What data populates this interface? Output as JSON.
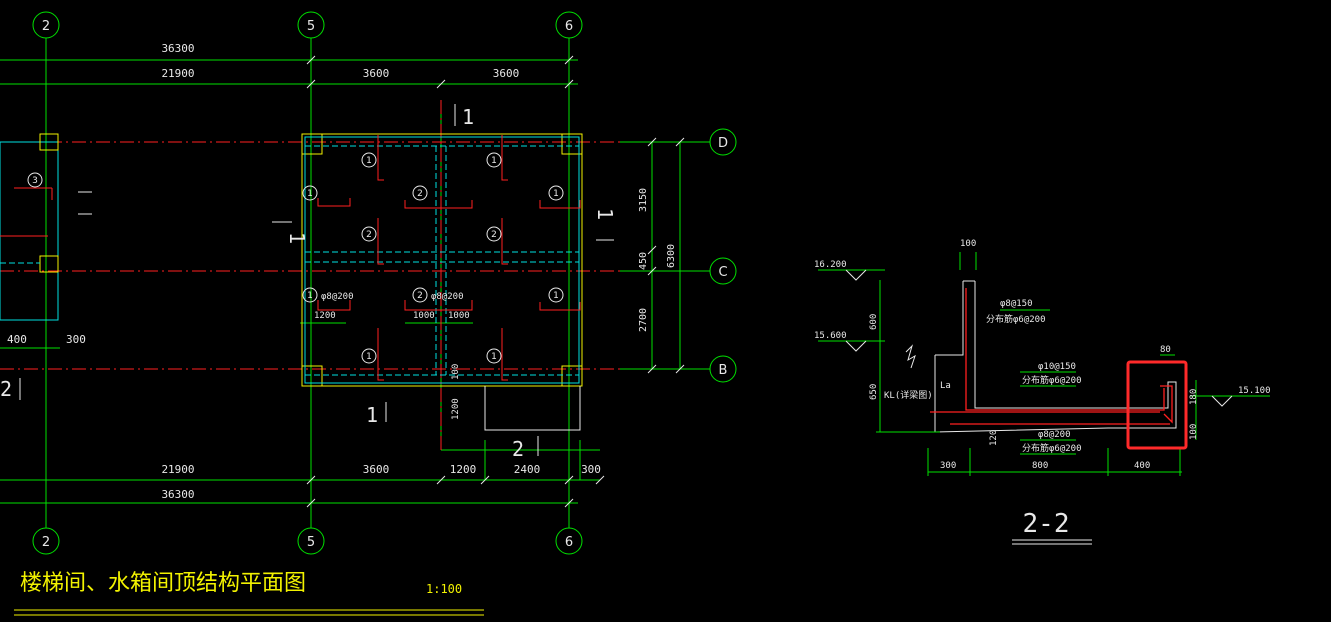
{
  "drawing": {
    "title": "楼梯间、水箱间顶结构平面图",
    "scale": "1:100",
    "section_title": "2-2"
  },
  "axes": {
    "col_2": "2",
    "col_5": "5",
    "col_6": "6",
    "row_d": "D",
    "row_c": "C",
    "row_b": "B"
  },
  "dims_top": {
    "total": "36300",
    "left": "21900",
    "mid1": "3600",
    "mid2": "3600"
  },
  "dims_bottom": {
    "left": "21900",
    "d1": "3600",
    "d2": "1200",
    "d3": "2400",
    "d4": "300",
    "total": "36300"
  },
  "dims_right": {
    "upper": "3150",
    "gap": "450",
    "lower": "2700",
    "total": "6300"
  },
  "plan_labels": {
    "left_dim_400": "400",
    "left_dim_300": "300",
    "sec_top": "1",
    "sec_left": "1",
    "sec_right": "1",
    "sec_bottom": "1",
    "sec_2": "2",
    "sec_left_2": "2",
    "rebar_left": "φ8@200",
    "rebar_mid": "φ8@200",
    "dim_1200": "1200",
    "dim_1000a": "1000",
    "dim_1000b": "1000",
    "dim_100": "100",
    "dim_1200v": "1200"
  },
  "bar_marks": [
    "1",
    "1",
    "1",
    "1",
    "2",
    "2",
    "2",
    "2",
    "1",
    "1",
    "1",
    "1",
    "3"
  ],
  "section": {
    "elev_top": "16.200",
    "elev_mid": "15.600",
    "elev_right": "15.100",
    "dim_100": "100",
    "dim_600": "600",
    "dim_650": "650",
    "dim_80": "80",
    "dim_180": "180",
    "dim_100b": "100",
    "dim_120": "120",
    "dim_300": "300",
    "dim_800": "800",
    "dim_400": "400",
    "kl": "KL(详梁图)",
    "la": "La",
    "r1": "φ8@150",
    "r1b": "分布筋φ6@200",
    "r2": "φ10@150",
    "r2b": "分布筋φ6@200",
    "r3": "φ8@200",
    "r3b": "分布筋φ6@200"
  },
  "colors": {
    "axis": "#00e000",
    "grid_red": "#ff2020",
    "slab_cyan": "#00e0e0",
    "column_yellow": "#f2f200",
    "text": "#e8e8e8",
    "highlight": "#ff2a2a"
  }
}
